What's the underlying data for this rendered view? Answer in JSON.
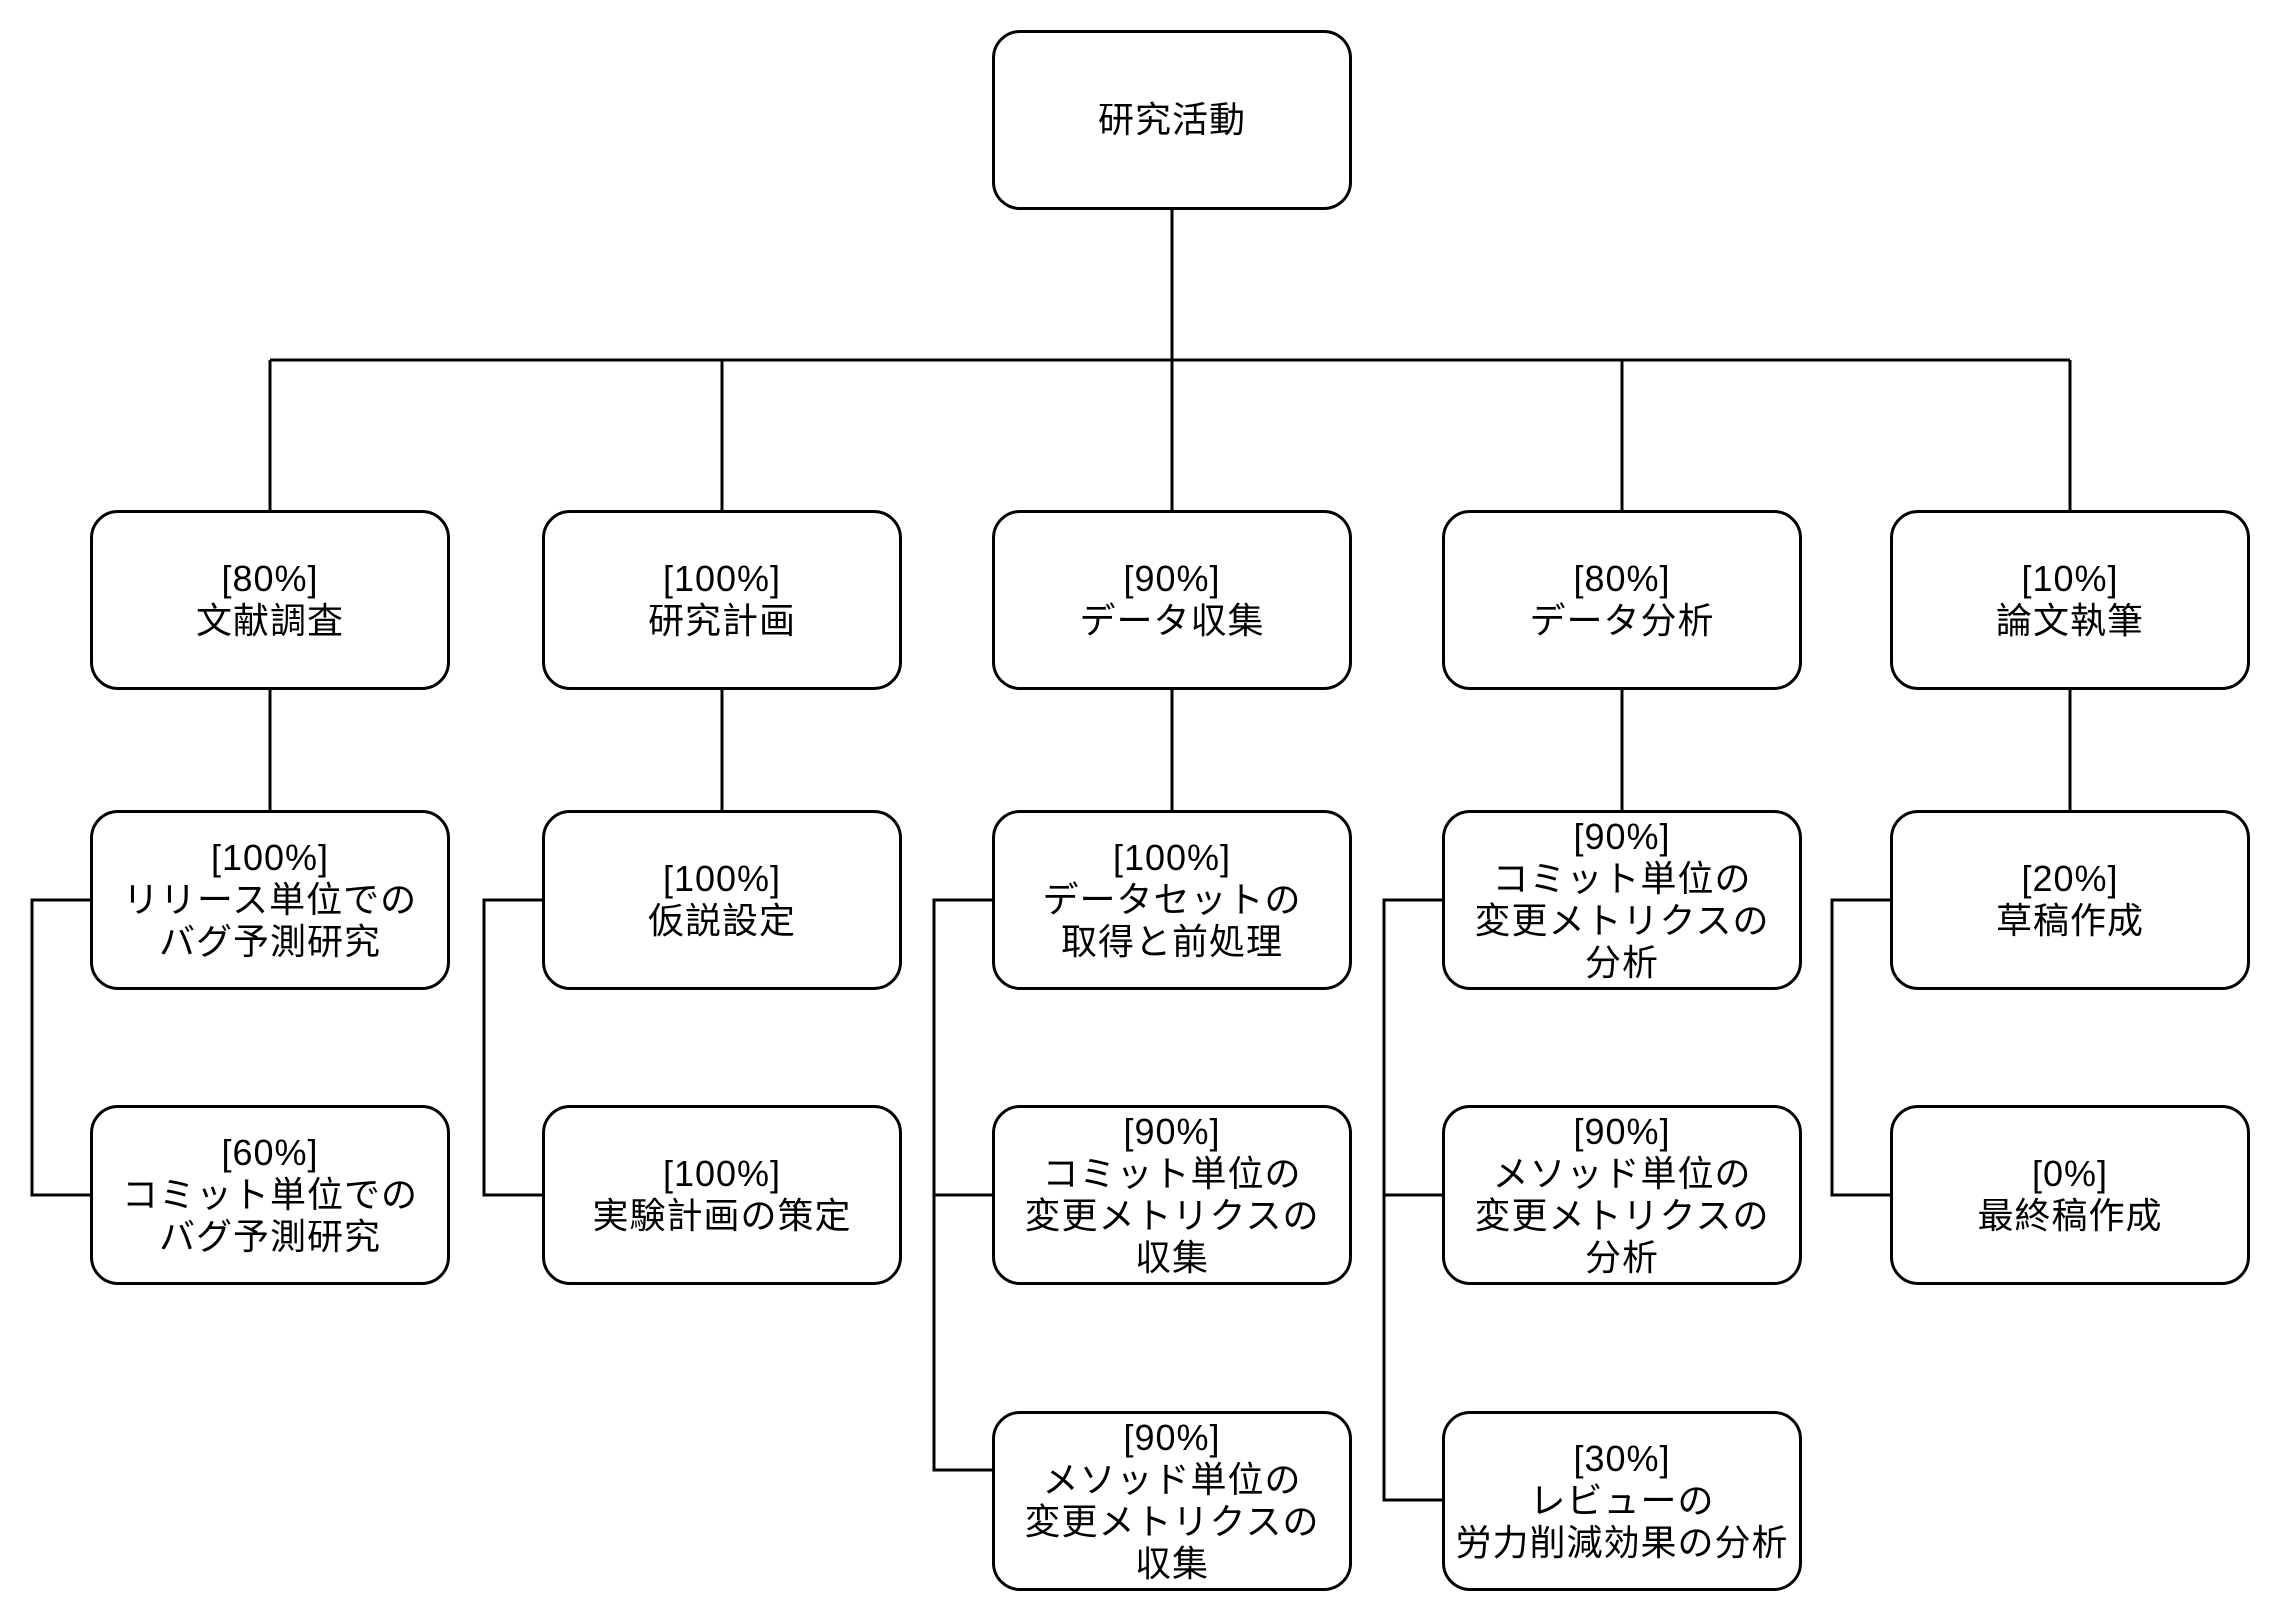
{
  "colors": {
    "node_border": "#000000",
    "node_fill": "#ffffff",
    "text": "#000000",
    "connector": "#000000"
  },
  "root": {
    "label": "研究活動"
  },
  "branches": [
    {
      "progress": "[80%]",
      "label": "文献調査",
      "children": [
        {
          "progress": "[100%]",
          "label": "リリース単位での\nバグ予測研究"
        },
        {
          "progress": "[60%]",
          "label": "コミット単位での\nバグ予測研究"
        }
      ]
    },
    {
      "progress": "[100%]",
      "label": "研究計画",
      "children": [
        {
          "progress": "[100%]",
          "label": "仮説設定"
        },
        {
          "progress": "[100%]",
          "label": "実験計画の策定"
        }
      ]
    },
    {
      "progress": "[90%]",
      "label": "データ収集",
      "children": [
        {
          "progress": "[100%]",
          "label": "データセットの\n取得と前処理"
        },
        {
          "progress": "[90%]",
          "label": "コミット単位の\n変更メトリクスの\n収集"
        },
        {
          "progress": "[90%]",
          "label": "メソッド単位の\n変更メトリクスの\n収集"
        }
      ]
    },
    {
      "progress": "[80%]",
      "label": "データ分析",
      "children": [
        {
          "progress": "[90%]",
          "label": "コミット単位の\n変更メトリクスの\n分析"
        },
        {
          "progress": "[90%]",
          "label": "メソッド単位の\n変更メトリクスの\n分析"
        },
        {
          "progress": "[30%]",
          "label": "レビューの\n労力削減効果の分析"
        }
      ]
    },
    {
      "progress": "[10%]",
      "label": "論文執筆",
      "children": [
        {
          "progress": "[20%]",
          "label": "草稿作成"
        },
        {
          "progress": "[0%]",
          "label": "最終稿作成"
        }
      ]
    }
  ]
}
